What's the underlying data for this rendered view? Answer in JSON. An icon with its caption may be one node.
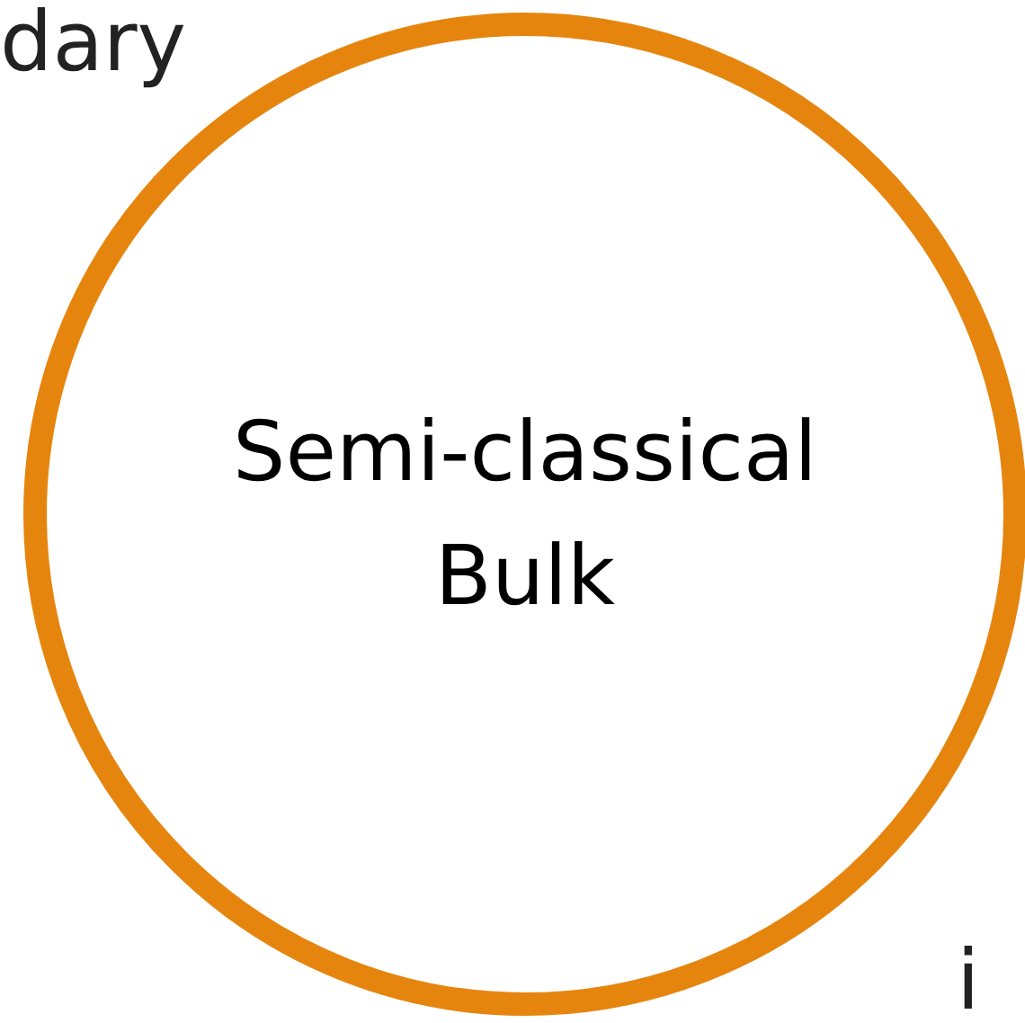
{
  "diagram": {
    "nodes": [
      {
        "text": [
          "Semi-classical Bulk"
        ]
      }
    ],
    "edges": [],
    "labels": [
      "dary",
      "i"
    ]
  }
}
